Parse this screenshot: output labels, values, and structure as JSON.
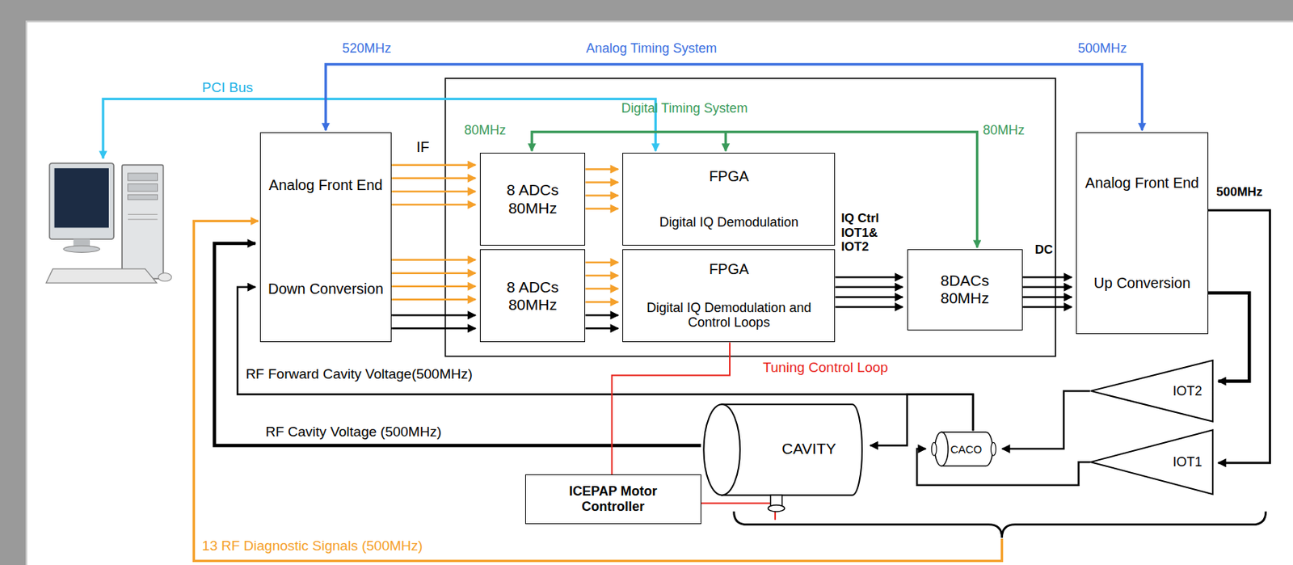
{
  "diagram": {
    "nodes": [
      {
        "text": [
          "Analog Front End",
          "Down Conversion"
        ]
      },
      {
        "text": [
          "8 ADCs 80MHz"
        ]
      },
      {
        "text": [
          "FPGA",
          "Digital IQ Demodulation"
        ]
      },
      {
        "text": [
          "8 ADCs 80MHz"
        ]
      },
      {
        "text": [
          "FPGA",
          "Digital IQ Demodulation and Control Loops"
        ]
      },
      {
        "text": [
          "8DACs 80MHz"
        ]
      },
      {
        "text": [
          "Analog Front End",
          "Up Conversion"
        ]
      },
      {
        "text": [
          "IOT2"
        ]
      },
      {
        "text": [
          "CAVITY"
        ]
      },
      {
        "text": [
          "CACO"
        ]
      },
      {
        "text": [
          "IOT1"
        ]
      },
      {
        "text": [
          "ICEPAP Motor Controller"
        ]
      }
    ],
    "edges": [
      {
        "from": 0,
        "to": 1,
        "arrow": "to"
      },
      {
        "from": 0,
        "to": 3,
        "arrow": "to"
      },
      {
        "from": 1,
        "to": 2,
        "arrow": "to"
      },
      {
        "from": 3,
        "to": 4,
        "arrow": "to"
      },
      {
        "from": 4,
        "to": 5,
        "arrow": "to"
      },
      {
        "from": 5,
        "to": 6,
        "arrow": "to"
      },
      {
        "from": 6,
        "to": 7,
        "arrow": "to"
      },
      {
        "from": 6,
        "to": 10,
        "arrow": "to"
      },
      {
        "from": 7,
        "to": 9,
        "arrow": "to"
      },
      {
        "from": 10,
        "to": 9,
        "arrow": "to"
      },
      {
        "from": 9,
        "to": 8,
        "arrow": "to"
      },
      {
        "from": 9,
        "to": 0,
        "arrow": "to",
        "label": "RF Forward Cavity Voltage(500MHz)"
      },
      {
        "from": 8,
        "to": 0,
        "arrow": "to",
        "label": "RF Cavity Voltage (500MHz)"
      },
      {
        "from": 4,
        "to": 11,
        "arrow": "none",
        "label": "Tuning Control Loop"
      },
      {
        "from": 11,
        "to": 8,
        "arrow": "none"
      }
    ],
    "labels": [
      "520MHz",
      "Analog Timing System",
      "500MHz",
      "PCI Bus",
      "Digital Timing System",
      "80MHz",
      "80MHz",
      "IF",
      "IQ Ctrl IOT1& IOT2",
      "DC",
      "500MHz",
      "13 RF Diagnostic Signals (500MHz)"
    ]
  }
}
